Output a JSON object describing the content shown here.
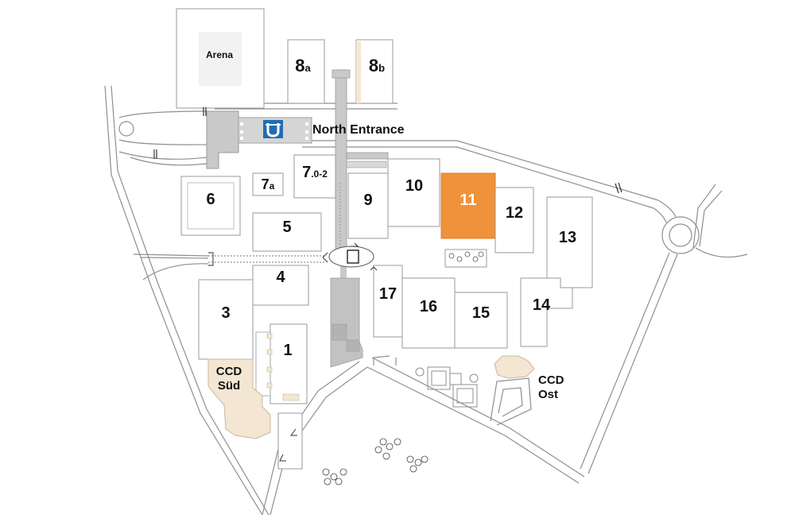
{
  "map": {
    "colors": {
      "highlight": "#f0923b",
      "highlight_text": "#ffffff",
      "walkway": "#c9c9c9",
      "entrance_icon": "#1f6db3",
      "ccd_sued": "#f3e6d3",
      "arena_fill": "#f2f2f2"
    },
    "labels": {
      "arena": "Arena",
      "north_entrance": "North Entrance",
      "hall_8a_num": "8",
      "hall_8a_sub": "a",
      "hall_8b_num": "8",
      "hall_8b_sub": "b",
      "hall_7a_num": "7",
      "hall_7a_sub": "a",
      "hall_7_num": "7",
      "hall_7_sub": ".0-2",
      "hall_6": "6",
      "hall_5": "5",
      "hall_4": "4",
      "hall_3": "3",
      "hall_1": "1",
      "hall_9": "9",
      "hall_10": "10",
      "hall_11": "11",
      "hall_12": "12",
      "hall_13": "13",
      "hall_14": "14",
      "hall_15": "15",
      "hall_16": "16",
      "hall_17": "17",
      "ccd_sued_line1": "CCD",
      "ccd_sued_line2": "Süd",
      "ccd_ost_line1": "CCD",
      "ccd_ost_line2": "Ost"
    },
    "highlighted_hall": "11",
    "icons": [
      "u-bahn-icon",
      "parking-icon",
      "tree-icon"
    ]
  }
}
